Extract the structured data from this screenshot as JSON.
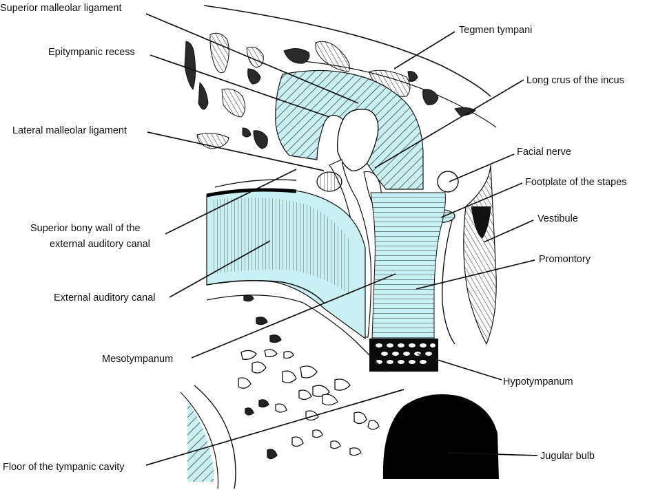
{
  "labels": {
    "superior_malleolar_ligament": "Superior malleolar ligament",
    "epitympanic_recess": "Epitympanic recess",
    "lateral_malleolar_ligament": "Lateral malleolar ligament",
    "superior_bony_wall_line1": "Superior bony wall of the",
    "superior_bony_wall_line2": "external auditory canal",
    "external_auditory_canal": "External auditory canal",
    "mesotympanum": "Mesotympanum",
    "floor_of_tympanic_cavity": "Floor of the tympanic cavity",
    "tegmen_tympani": "Tegmen tympani",
    "long_crus_of_incus": "Long crus of the incus",
    "facial_nerve": "Facial nerve",
    "footplate_of_stapes": "Footplate of the stapes",
    "vestibule": "Vestibule",
    "promontory": "Promontory",
    "hypotympanum": "Hypotympanum",
    "jugular_bulb": "Jugular bulb"
  },
  "colors": {
    "cavity_fill": "#c9f0f2",
    "line": "#111111",
    "bone_dark": "#000000"
  }
}
